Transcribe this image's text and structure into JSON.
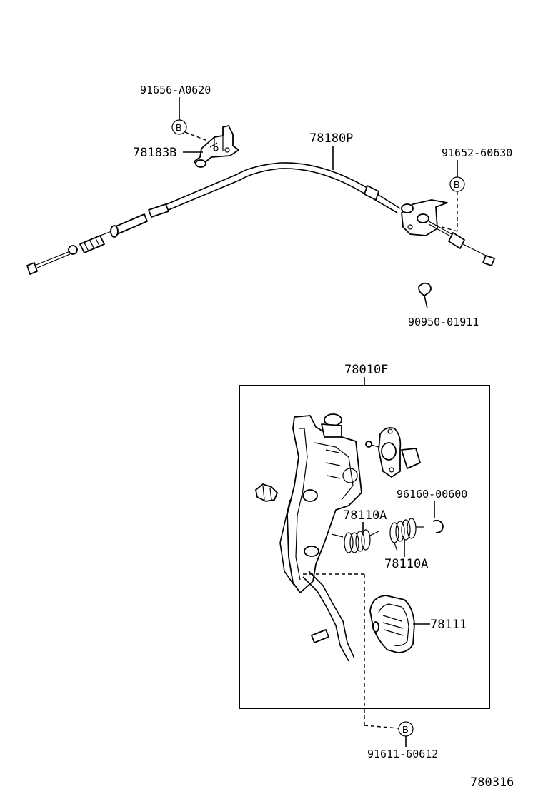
{
  "diagram": {
    "drawing_number": "780316",
    "connector_letter": "B",
    "parts": {
      "bolt_top": "91656-A0620",
      "bracket": "78183B",
      "cable": "78180P",
      "bolt_right": "91652-60630",
      "clip": "90950-01911",
      "pedal_assy": "78010F",
      "ring": "96160-00600",
      "spring_left": "78110A",
      "spring_right": "78110A",
      "pad": "78111",
      "bolt_bottom": "91611-60612"
    }
  }
}
